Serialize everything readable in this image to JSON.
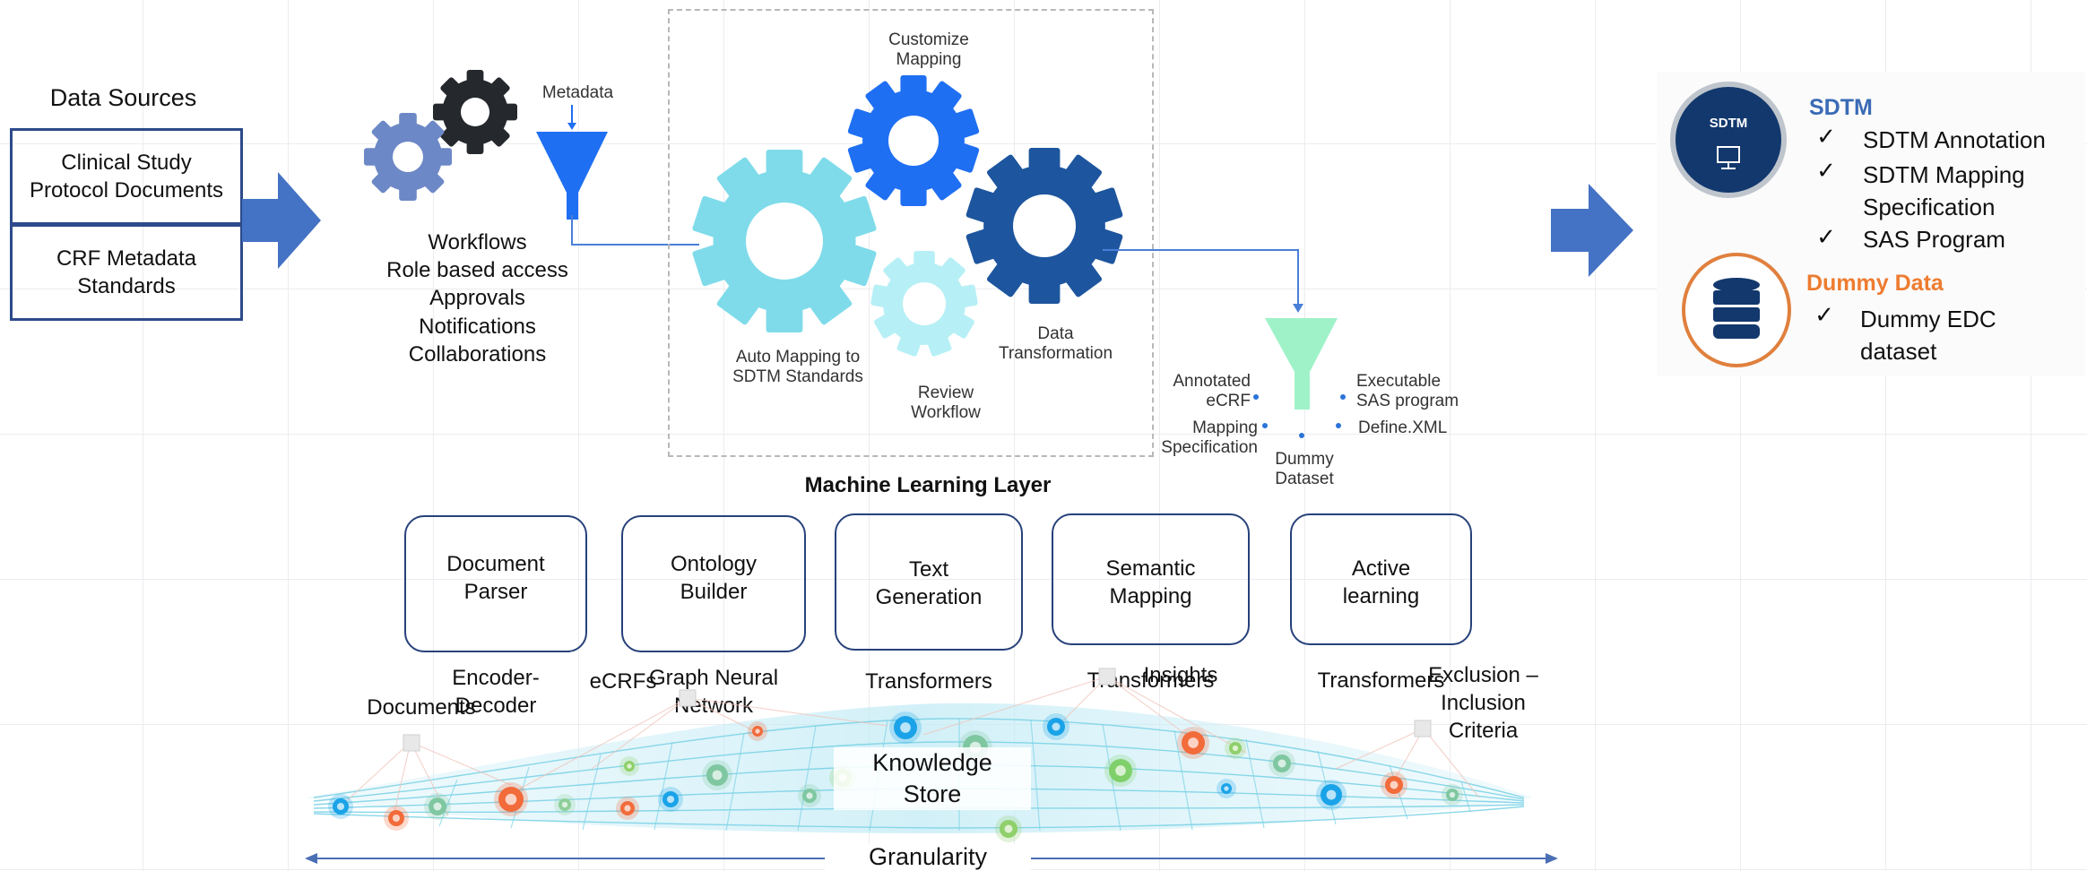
{
  "data_sources": {
    "title": "Data Sources",
    "box1": "Clinical Study\nProtocol Documents",
    "box2": "CRF Metadata\nStandards"
  },
  "workflow": {
    "metadata_label": "Metadata",
    "items": "Workflows\nRole based access\nApprovals\nNotifications\nCollaborations"
  },
  "gears": {
    "customize": "Customize\nMapping",
    "auto": "Auto Mapping to\nSDTM Standards",
    "review": "Review\nWorkflow",
    "transform": "Data\nTransformation"
  },
  "outputs": {
    "annotated": "Annotated\neCRF",
    "mapping": "Mapping\nSpecification",
    "dummy": "Dummy\nDataset",
    "executable": "Executable\nSAS program",
    "define": "Define.XML"
  },
  "ml_layer": {
    "title": "Machine Learning Layer",
    "boxes": [
      {
        "name": "Document\nParser",
        "model": "Encoder-\nDecoder"
      },
      {
        "name": "Ontology\nBuilder",
        "model": "Graph Neural\nNetwork"
      },
      {
        "name": "Text\nGeneration",
        "model": "Transformers"
      },
      {
        "name": "Semantic\nMapping",
        "model": "Transformers"
      },
      {
        "name": "Active\nlearning",
        "model": "Transformers"
      }
    ]
  },
  "knowledge": {
    "documents": "Documents",
    "ecrfs": "eCRFs",
    "insights": "Insights",
    "exclusion": "Exclusion –\nInclusion\nCriteria",
    "store": "Knowledge\nStore",
    "granularity": "Granularity"
  },
  "right_panel": {
    "sdtm_badge": "SDTM",
    "sdtm_title": "SDTM",
    "sdtm_items": [
      "SDTM Annotation",
      "SDTM Mapping\nSpecification",
      "SAS Program"
    ],
    "dummy_title": "Dummy Data",
    "dummy_items": [
      "Dummy EDC\ndataset"
    ],
    "check": "✓"
  },
  "colors": {
    "box_border": "#2d4a8a",
    "arrow": "#4472c4",
    "gear_light": "#7fdbea",
    "gear_blue": "#1f6ff2",
    "gear_dark": "#1d559e",
    "gear_pale": "#b6f0f6",
    "funnel_blue": "#1f6ff2",
    "funnel_green": "#9ff2c8",
    "sdtm_title": "#3a6bb5",
    "dummy_title": "#ee7c30"
  }
}
